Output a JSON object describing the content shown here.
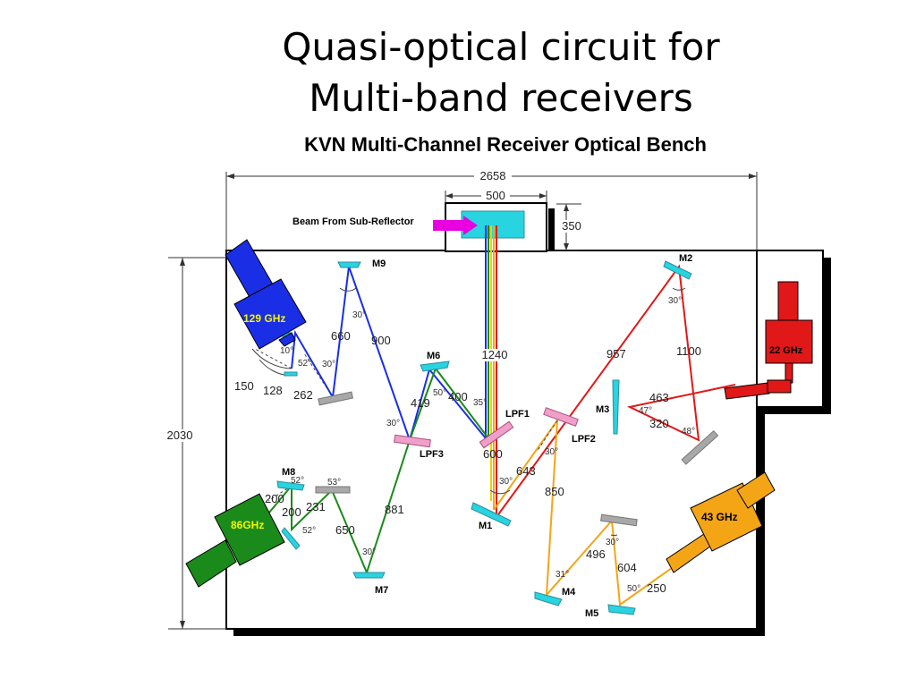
{
  "title": {
    "line1": "Quasi-optical circuit for",
    "line2": "Multi-band receivers"
  },
  "bench": {
    "heading": "KVN Multi-Channel Receiver Optical Bench",
    "beam_label": "Beam From Sub-Reflector",
    "dimensions": {
      "width": "2658",
      "inlet": "500",
      "inlet_height": "350",
      "height": "2030"
    }
  },
  "receivers": {
    "r129": "129 GHz",
    "r86": "86GHz",
    "r43": "43 GHz",
    "r22": "22 GHz"
  },
  "components": {
    "M1": "M1",
    "M2": "M2",
    "M3": "M3",
    "M4": "M4",
    "M5": "M5",
    "M6": "M6",
    "M7": "M7",
    "M8": "M8",
    "M9": "M9",
    "LPF1": "LPF1",
    "LPF2": "LPF2",
    "LPF3": "LPF3"
  },
  "distances": {
    "d1240": "1240",
    "d600": "600",
    "d643": "643",
    "d850": "850",
    "d957": "957",
    "d1100": "1100",
    "d463": "463",
    "d320": "320",
    "d496": "496",
    "d604": "604",
    "d250": "250",
    "d881": "881",
    "d650": "650",
    "d231": "231",
    "d200a": "200",
    "d200b": "200",
    "d419": "419",
    "d400": "400",
    "d660": "660",
    "d900": "900",
    "d150": "150",
    "d128": "128",
    "d262": "262"
  },
  "angles": {
    "a30_m9": "30°",
    "a30_129": "30°",
    "a52_129": "52°",
    "a10_129": "10°",
    "a50_m6": "50°",
    "a35": "35°",
    "a30_lpf3": "30°",
    "a30_m1": "30°",
    "a30_lpf2": "30°",
    "a30_m2": "30°",
    "a47": "47°",
    "a48": "48°",
    "a30_m5": "30°",
    "a31": "31°",
    "a50_m5": "50°",
    "a53": "53°",
    "a52_m8a": "52°",
    "a52_m8b": "52°",
    "a30_m7": "30°"
  },
  "colors": {
    "blue": "#1a2ee6",
    "green": "#1a8a1a",
    "red": "#e01818",
    "orange": "#f4a516",
    "yellow": "#e8d400",
    "mirror": "#28d4e0",
    "filter": "#f0a0c8",
    "gray": "#a8a8a8",
    "magenta": "#e800e0",
    "receiver_label": "#f5f500"
  }
}
